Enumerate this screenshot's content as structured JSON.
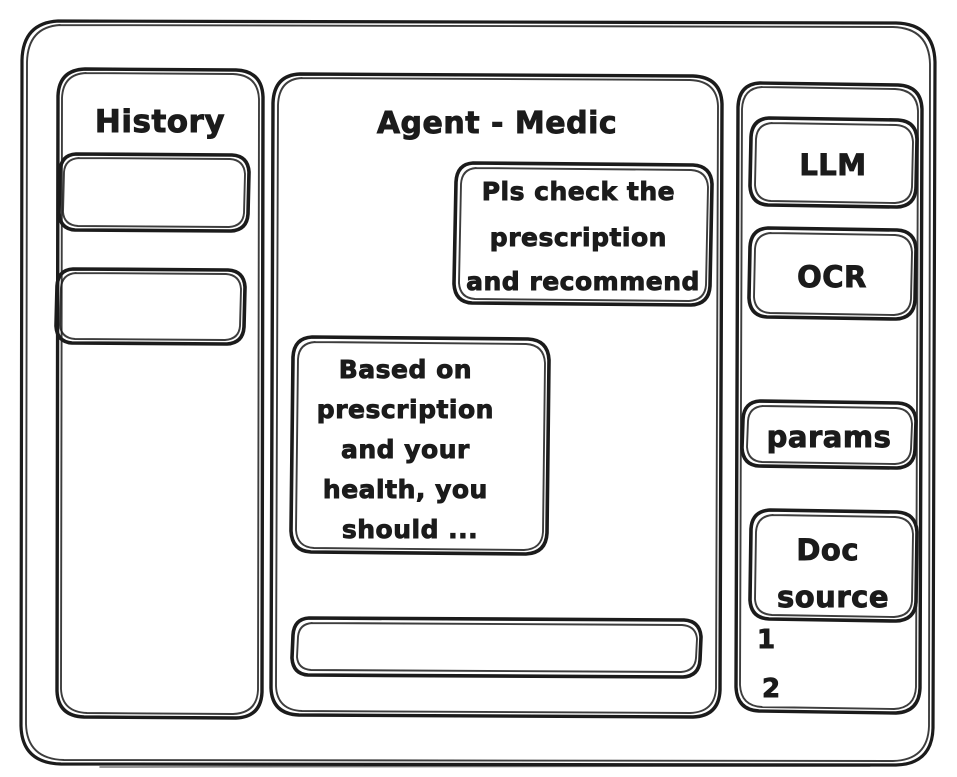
{
  "window": {
    "name": "agent-chat-wireframe"
  },
  "sidebar_left": {
    "title": "History",
    "items": [
      {
        "label": ""
      },
      {
        "label": ""
      }
    ]
  },
  "main": {
    "title": "Agent - Medic",
    "messages": [
      {
        "role": "user",
        "align": "right",
        "lines": [
          "Pls check the",
          "prescription",
          "and recommend"
        ]
      },
      {
        "role": "assistant",
        "align": "left",
        "lines": [
          "Based on",
          "prescription",
          "and your",
          "health, you",
          "should ..."
        ]
      }
    ],
    "composer": {
      "value": "",
      "placeholder": ""
    }
  },
  "sidebar_right": {
    "buttons": [
      {
        "label": "LLM"
      },
      {
        "label": "OCR"
      },
      {
        "label": "params"
      }
    ],
    "doc_source": {
      "lines": [
        "Doc",
        "source"
      ],
      "refs": [
        "1",
        "2"
      ]
    }
  },
  "colors": {
    "ink": "#1b1b1b",
    "paper": "#ffffff"
  }
}
